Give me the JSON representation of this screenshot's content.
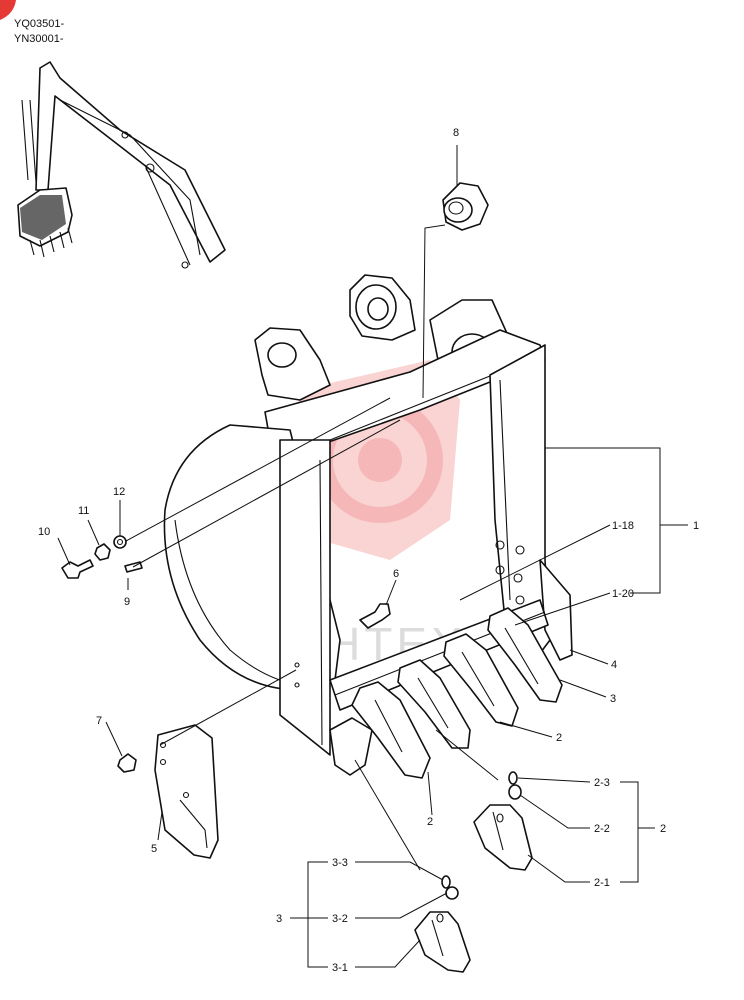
{
  "header": {
    "serial_1": "YQ03501-",
    "serial_2": "YN30001-"
  },
  "watermark_text": "ИНТЕХ",
  "colors": {
    "ink": "#111111",
    "corner_badge": "#e53935",
    "watermark": "#e53935"
  },
  "callouts": {
    "c1": "1",
    "c1_18": "1-18",
    "c1_20": "1-20",
    "c2": "2",
    "c2b": "2",
    "c2_group": "2",
    "c2_1": "2-1",
    "c2_2": "2-2",
    "c2_3": "2-3",
    "c3": "3",
    "c3_group": "3",
    "c3_1": "3-1",
    "c3_2": "3-2",
    "c3_3": "3-3",
    "c4": "4",
    "c5": "5",
    "c6": "6",
    "c7": "7",
    "c8": "8",
    "c9": "9",
    "c10": "10",
    "c11": "11",
    "c12": "12"
  }
}
